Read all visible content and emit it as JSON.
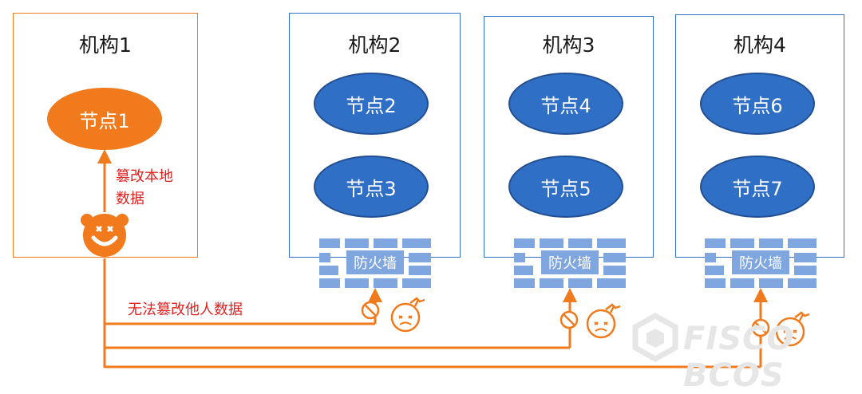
{
  "orgs": [
    {
      "title": "机构1"
    },
    {
      "title": "机构2"
    },
    {
      "title": "机构3"
    },
    {
      "title": "机构4"
    }
  ],
  "nodes": [
    "节点1",
    "节点2",
    "节点3",
    "节点4",
    "节点5",
    "节点6",
    "节点7"
  ],
  "firewall_label": "防火墙",
  "annotations": {
    "tamper_local": [
      "篡改本地",
      "数据"
    ],
    "cannot_tamper": "无法篡改他人数据"
  },
  "watermark": "FISCO BCOS",
  "colors": {
    "orange": "#f07a1c",
    "node_blue": "#2f6fc6",
    "org_border_blue": "#2f6fc6",
    "wall_brick": "#7fa6df",
    "red_text": "#e0201f"
  },
  "icons": [
    "clown-attacker-icon",
    "no-entry-icon",
    "blocked-attacker-icon"
  ]
}
